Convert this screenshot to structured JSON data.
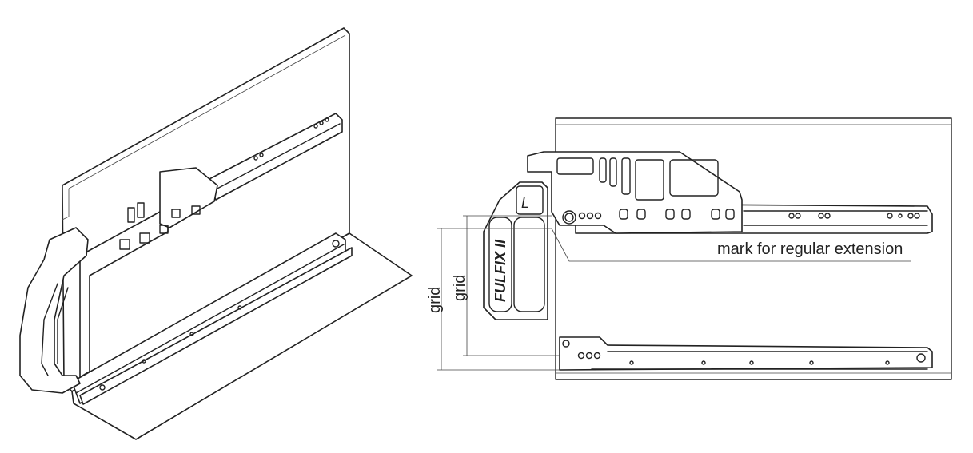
{
  "left_view": {
    "name": "isometric-drawer-view"
  },
  "right_view": {
    "annotation": "mark for regular extension",
    "dimension_labels": [
      "grid",
      "grid"
    ],
    "handle_brand": "FULFIX II",
    "handle_side": "L"
  }
}
